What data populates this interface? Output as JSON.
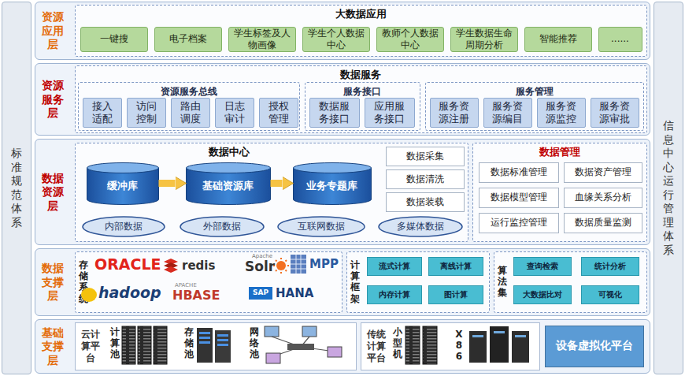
{
  "diagram": {
    "nodes": [
      {
        "text": [
          "标准规范体系"
        ]
      },
      {
        "text": [
          "信息中心运行管理体系"
        ]
      },
      {
        "text": [
          "资源应用层"
        ]
      },
      {
        "text": [
          "大数据应用"
        ],
        "in": 2
      },
      {
        "text": [
          "一键搜"
        ],
        "in": 3
      },
      {
        "text": [
          "电子档案"
        ],
        "in": 3
      },
      {
        "text": [
          "学生标签及人物画像"
        ],
        "in": 3
      },
      {
        "text": [
          "学生个人数据中心"
        ],
        "in": 3
      },
      {
        "text": [
          "教师个人数据中心"
        ],
        "in": 3
      },
      {
        "text": [
          "学生数据生命周期分析"
        ],
        "in": 3
      },
      {
        "text": [
          "智能推荐"
        ],
        "in": 3
      },
      {
        "text": [
          "......"
        ],
        "in": 3
      },
      {
        "text": [
          "资源服务层"
        ]
      },
      {
        "text": [
          "数据服务"
        ],
        "in": 12
      },
      {
        "text": [
          "资源服务总线"
        ],
        "in": 13
      },
      {
        "text": [
          "接入适配"
        ],
        "in": 14
      },
      {
        "text": [
          "访问控制"
        ],
        "in": 14
      },
      {
        "text": [
          "路由调度"
        ],
        "in": 14
      },
      {
        "text": [
          "日志审计"
        ],
        "in": 14
      },
      {
        "text": [
          "授权管理"
        ],
        "in": 14
      },
      {
        "text": [
          "服务接口"
        ],
        "in": 13
      },
      {
        "text": [
          "数据服务接口"
        ],
        "in": 20
      },
      {
        "text": [
          "应用服务接口"
        ],
        "in": 20
      },
      {
        "text": [
          "服务管理"
        ],
        "in": 13
      },
      {
        "text": [
          "服务资源注册"
        ],
        "in": 23
      },
      {
        "text": [
          "服务资源编目"
        ],
        "in": 23
      },
      {
        "text": [
          "服务资源监控"
        ],
        "in": 23
      },
      {
        "text": [
          "服务资源审批"
        ],
        "in": 23
      },
      {
        "text": [
          "数据资源层"
        ]
      },
      {
        "text": [
          "数据中心"
        ],
        "in": 28
      },
      {
        "text": [
          "缓冲库"
        ],
        "in": 29
      },
      {
        "text": [
          "基础资源库"
        ],
        "in": 29
      },
      {
        "text": [
          "业务专题库"
        ],
        "in": 29
      },
      {
        "text": [
          "数据采集"
        ],
        "in": 29
      },
      {
        "text": [
          "数据清洗"
        ],
        "in": 29
      },
      {
        "text": [
          "数据装载"
        ],
        "in": 29
      },
      {
        "text": [
          "内部数据"
        ],
        "in": 29
      },
      {
        "text": [
          "外部数据"
        ],
        "in": 29
      },
      {
        "text": [
          "互联网数据"
        ],
        "in": 29
      },
      {
        "text": [
          "多媒体数据"
        ],
        "in": 29
      },
      {
        "text": [
          "数据管理"
        ],
        "in": 28
      },
      {
        "text": [
          "数据标准管理"
        ],
        "in": 40
      },
      {
        "text": [
          "数据资产管理"
        ],
        "in": 40
      },
      {
        "text": [
          "数据模型管理"
        ],
        "in": 40
      },
      {
        "text": [
          "血缘关系分析"
        ],
        "in": 40
      },
      {
        "text": [
          "运行监控管理"
        ],
        "in": 40
      },
      {
        "text": [
          "数据质量监测"
        ],
        "in": 40
      },
      {
        "text": [
          "数据支撑层"
        ]
      },
      {
        "text": [
          "存储系统"
        ],
        "in": 47
      },
      {
        "text": [
          "计算框架"
        ],
        "in": 47
      },
      {
        "text": [
          "流式计算"
        ],
        "in": 49
      },
      {
        "text": [
          "离线计算"
        ],
        "in": 49
      },
      {
        "text": [
          "内存计算"
        ],
        "in": 49
      },
      {
        "text": [
          "图计算"
        ],
        "in": 49
      },
      {
        "text": [
          "算法集"
        ],
        "in": 47
      },
      {
        "text": [
          "查询检索"
        ],
        "in": 54
      },
      {
        "text": [
          "统计分析"
        ],
        "in": 54
      },
      {
        "text": [
          "大数据比对"
        ],
        "in": 54
      },
      {
        "text": [
          "可视化"
        ],
        "in": 54
      },
      {
        "text": [
          "基础支撑层"
        ]
      },
      {
        "text": [
          "云计算平台"
        ],
        "in": 59
      },
      {
        "text": [
          "传统计算平台"
        ],
        "in": 59
      },
      {
        "text": [
          "设备虚拟化平台"
        ],
        "in": 59
      }
    ],
    "edges": [
      {
        "from": 30,
        "to": 31,
        "arrow": "to"
      },
      {
        "from": 31,
        "to": 32,
        "arrow": "to"
      }
    ],
    "labels": [
      "ORACLE",
      "redis",
      "Apache",
      "Solr",
      "MPP",
      "hadoop",
      "APACHE",
      "HBASE",
      "SAP",
      "HANA",
      "计算池",
      "存储池",
      "网络池",
      "小型机",
      "X86"
    ]
  }
}
